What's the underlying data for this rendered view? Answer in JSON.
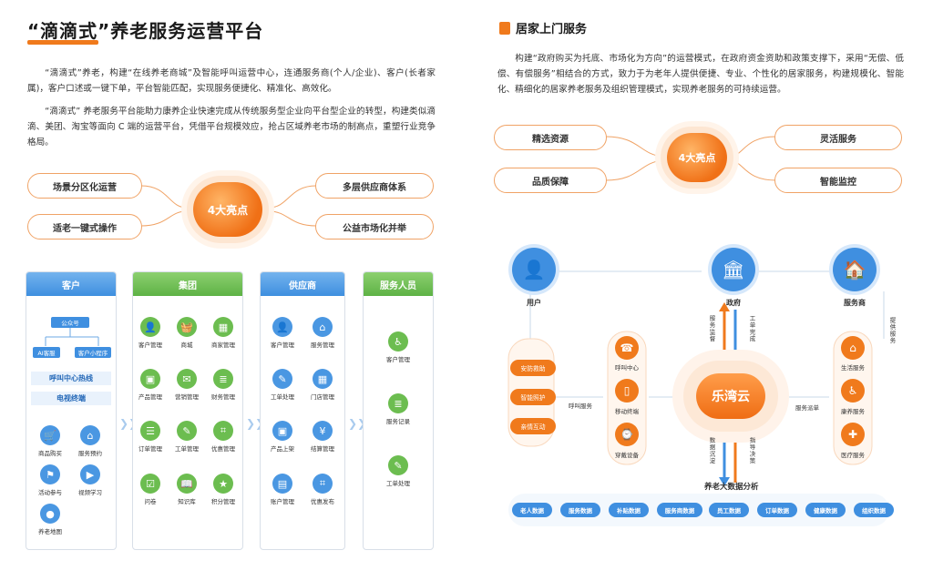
{
  "left": {
    "title": "“滴滴式”养老服务运营平台",
    "para1": "“滴滴式”养老，构建“在线养老商城”及智能呼叫运营中心，连通服务商(个人/企业)、客户(长者家属)，客户口述或一键下单，平台智能匹配，实现服务便捷化、精准化、高效化。",
    "para2": "“滴滴式” 养老服务平台能助力康养企业快速完成从传统服务型企业向平台型企业的转型，构建类似滴滴、美团、淘宝等面向 C 端的运营平台，凭借平台规模效应，抢占区域养老市场的制高点，重塑行业竞争格局。",
    "hub": "4大亮点",
    "highlights": [
      "场景分区化运营",
      "适老一键式操作",
      "多层供应商体系",
      "公益市场化并举"
    ],
    "columns": {
      "customer": {
        "head": "客户",
        "top": "公众号",
        "sub": [
          "AI客服",
          "客户小程序"
        ],
        "bars": [
          "呼叫中心热线",
          "电视终端"
        ],
        "items": [
          "商品购买",
          "服务预约",
          "活动参与",
          "视频学习",
          "养老地图"
        ]
      },
      "group": {
        "head": "集团",
        "items": [
          "客户管理",
          "商城",
          "商家管理",
          "产品管理",
          "营销管理",
          "财务管理",
          "订单管理",
          "工单管理",
          "优惠管理",
          "问卷",
          "知识库",
          "积分管理"
        ]
      },
      "supplier": {
        "head": "供应商",
        "items": [
          "客户管理",
          "服务管理",
          "工单处理",
          "门店管理",
          "产品上架",
          "结算管理",
          "账户管理",
          "优惠发布"
        ]
      },
      "staff": {
        "head": "服务人员",
        "items": [
          "客户管理",
          "服务记录",
          "工单处理"
        ]
      }
    }
  },
  "right": {
    "title": "居家上门服务",
    "para": "构建“政府购买为托底、市场化为方向”的运营模式，在政府资金资助和政策支撑下，采用“无偿、低偿、有偿服务”相结合的方式，致力于为老年人提供便捷、专业、个性化的居家服务，构建规模化、智能化、精细化的居家养老服务及组织管理模式，实现养老服务的可持续运营。",
    "hub": "4大亮点",
    "highlights": [
      "精选资源",
      "品质保障",
      "灵活服务",
      "智能监控"
    ],
    "nodes": [
      "用户",
      "政府",
      "服务商"
    ],
    "buttons": [
      "安防救助",
      "智能照护",
      "亲情互动"
    ],
    "devices": [
      "呼叫中心",
      "移动终端",
      "穿戴设备"
    ],
    "services": [
      "生活服务",
      "康养服务",
      "医疗服务"
    ],
    "center": "乐湾云",
    "labels": {
      "call": "呼叫服务",
      "dispatch": "服务派单",
      "supervise": "服务监督",
      "work": "工单完成",
      "collect": "数据沉淀",
      "decide": "指导决策",
      "provide": "提供服务",
      "bigdata": "养老大数据分析"
    },
    "data_pills": [
      "老人数据",
      "服务数据",
      "补贴数据",
      "服务商数据",
      "员工数据",
      "订单数据",
      "健康数据",
      "组织数据"
    ]
  }
}
